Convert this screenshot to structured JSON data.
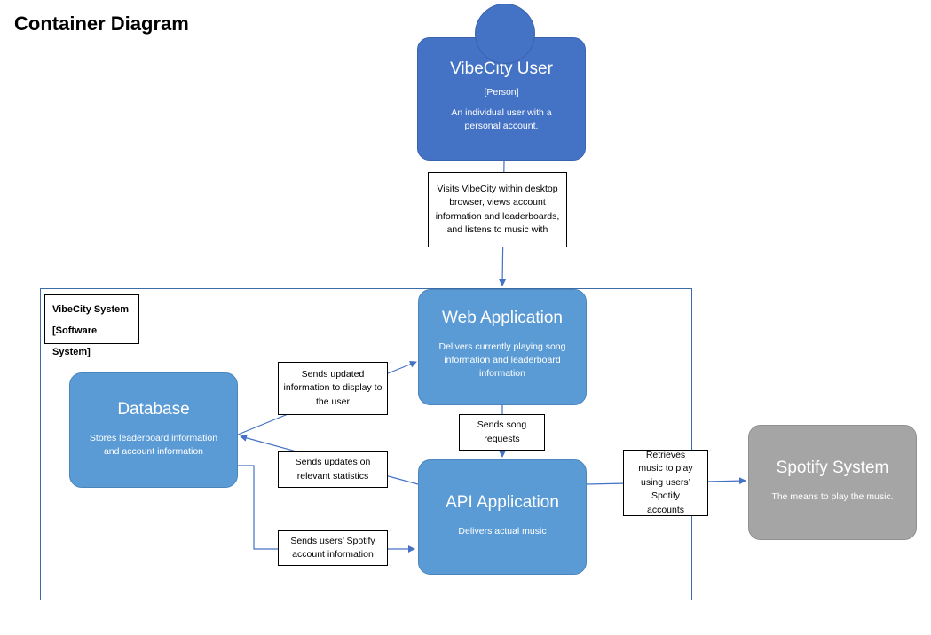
{
  "title": "Container Diagram",
  "system_boundary": {
    "name": "VibeCity System",
    "type": "[Software System]"
  },
  "colors": {
    "person": "#4472c4",
    "container": "#5b9bd5",
    "external": "#a5a5a5",
    "connector": "#4472c4"
  },
  "nodes": {
    "user": {
      "name": "VibeCity User",
      "type": "[Person]",
      "description": "An individual user with a personal account."
    },
    "web_app": {
      "name": "Web Application",
      "description": "Delivers currently playing song information and leaderboard information"
    },
    "api_app": {
      "name": "API Application",
      "description": "Delivers actual music"
    },
    "database": {
      "name": "Database",
      "description": "Stores leaderboard information and account information"
    },
    "spotify": {
      "name": "Spotify System",
      "description": "The means to play the music."
    }
  },
  "edges": {
    "user_to_web": "Visits VibeCity within desktop browser, views account information and leaderboards, and listens to music with",
    "db_to_web": "Sends updated information to display to the user",
    "api_to_db": "Sends updates on relevant statistics",
    "db_to_api": "Sends users’ Spotify account information",
    "web_to_api": "Sends song requests",
    "api_to_spotify": "Retrieves music to play using users’ Spotify accounts"
  }
}
